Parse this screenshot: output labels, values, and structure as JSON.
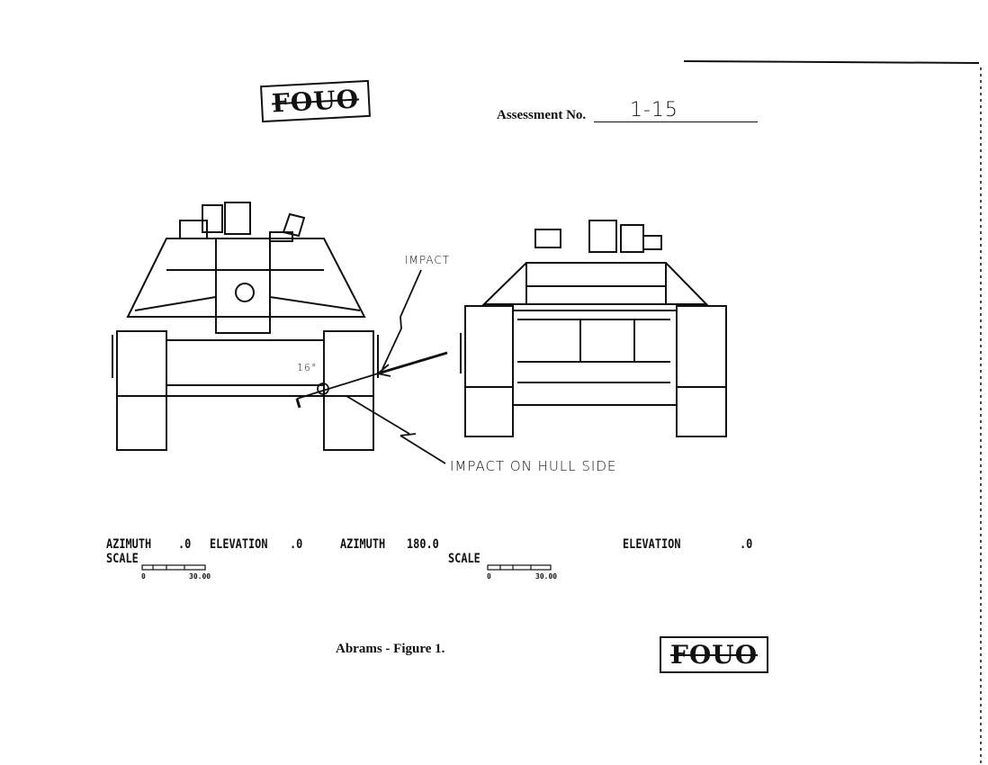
{
  "header": {
    "stamp_top": "FOUO",
    "assessment_label": "Assessment No.",
    "assessment_value": "1-15"
  },
  "annotations": {
    "impact": "IMPACT",
    "impact_hull": "IMPACT ON HULL SIDE",
    "angle": "16°"
  },
  "view_left": {
    "azimuth_label": "AZIMUTH",
    "azimuth_value": ".0",
    "elevation_label": "ELEVATION",
    "elevation_value": ".0",
    "scale_label": "SCALE",
    "scale_min": "0",
    "scale_max": "30.00"
  },
  "view_right": {
    "azimuth_label": "AZIMUTH",
    "azimuth_value": "180.0",
    "elevation_label": "ELEVATION",
    "elevation_value": ".0",
    "scale_label": "SCALE",
    "scale_min": "0",
    "scale_max": "30.00"
  },
  "footer": {
    "caption": "Abrams - Figure 1.",
    "stamp_bottom": "FOUO"
  }
}
